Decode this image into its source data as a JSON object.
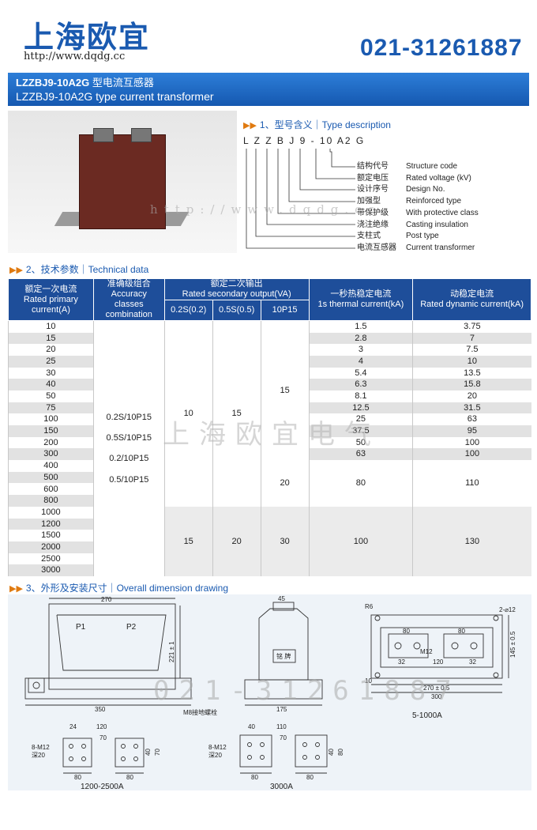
{
  "header": {
    "brand": "上海欧宜",
    "url": "http://www.dqdg.cc",
    "phone": "021-31261887"
  },
  "title": {
    "model_bold": "LZZBJ9-10A2G",
    "cn_suffix": " 型电流互感器",
    "en": "LZZBJ9-10A2G type current transformer"
  },
  "section1": {
    "heading": "1、型号含义｜Type description",
    "code_letters": "L Z Z B J 9 - 10  A2 G",
    "items": [
      {
        "zh": "结构代号",
        "en": "Structure code"
      },
      {
        "zh": "额定电压",
        "en": "Rated voltage (kV)"
      },
      {
        "zh": "设计序号",
        "en": "Design No."
      },
      {
        "zh": "加强型",
        "en": "Reinforced type"
      },
      {
        "zh": "带保护级",
        "en": "With protective class"
      },
      {
        "zh": "浇注绝缘",
        "en": "Casting insulation"
      },
      {
        "zh": "支柱式",
        "en": "Post type"
      },
      {
        "zh": "电流互感器",
        "en": "Current transformer"
      }
    ]
  },
  "section2": {
    "heading": "2、技术参数｜Technical data",
    "headers": {
      "primary": [
        "额定一次电流",
        "Rated primary",
        "current(A)"
      ],
      "accuracy": [
        "准确级组合",
        "Accuracy",
        "classes",
        "combination"
      ],
      "secondary": [
        "额定二次输出",
        "Rated secondary output(VA)"
      ],
      "sub": [
        "0.2S(0.2)",
        "0.5S(0.5)",
        "10P15"
      ],
      "thermal": [
        "一秒热稳定电流",
        "1s thermal current(kA)"
      ],
      "dynamic": [
        "动稳定电流",
        "Rated dynamic current(kA)"
      ]
    },
    "primary_currents": [
      "10",
      "15",
      "20",
      "25",
      "30",
      "40",
      "50",
      "75",
      "100",
      "150",
      "200",
      "300",
      "400",
      "500",
      "600",
      "800",
      "1000",
      "1200",
      "1500",
      "2000",
      "2500",
      "3000"
    ],
    "thermal": [
      "1.5",
      "2.8",
      "3",
      "4",
      "5.4",
      "6.3",
      "8.1",
      "12.5",
      "25",
      "37.5",
      "50",
      "63"
    ],
    "dynamic": [
      "3.75",
      "7",
      "7.5",
      "10",
      "13.5",
      "15.8",
      "20",
      "31.5",
      "63",
      "95",
      "100",
      "100"
    ],
    "accuracy_combos": [
      "0.2S/10P15",
      "0.5S/10P15",
      "0.2/10P15",
      "0.5/10P15"
    ],
    "output_group1": {
      "c02": "10",
      "c05": "15",
      "c10p": "15"
    },
    "output_group2": {
      "c10p": "20",
      "thermal": "80",
      "dynamic": "110"
    },
    "output_group3": {
      "c02": "15",
      "c05": "20",
      "c10p": "30",
      "thermal": "100",
      "dynamic": "130"
    }
  },
  "section3": {
    "heading": "3、外形及安装尺寸｜Overall dimension drawing",
    "front": {
      "w_top": "270",
      "p1": "P1",
      "p2": "P2",
      "h": "221 ± 1",
      "w_base": "350",
      "bolt": "M8接地螺栓"
    },
    "side": {
      "top": "45",
      "plate": "铭 牌",
      "w": "175"
    },
    "plan": {
      "r": "R6",
      "hole": "2-⌀12",
      "d1": "80",
      "d2": "80",
      "m": "M12",
      "d3": "32",
      "d4": "120",
      "d5": "32",
      "h": "145 ± 0.5",
      "w1": "270 ± 0.5",
      "w2": "300",
      "w3": "10",
      "caption": "5-1000A"
    },
    "term1": {
      "a": "24",
      "b": "120",
      "c": "70",
      "bolt": "8-M12",
      "depth": "深20",
      "d": "40",
      "e": "70",
      "f": "80",
      "g": "80",
      "caption": "1200-2500A"
    },
    "term2": {
      "a": "40",
      "b": "110",
      "c": "70",
      "bolt": "8-M12",
      "depth": "深20",
      "d": "40",
      "e": "80",
      "f": "80",
      "g": "80",
      "caption": "3000A"
    }
  },
  "watermarks": {
    "brand_cn": "上海欧宜电气",
    "phone": "021-31261887",
    "url": "http://www.dqdg.cc"
  },
  "colors": {
    "brand_blue": "#1a5ab0",
    "table_header": "#1e4e9a",
    "arrow": "#e07a10"
  }
}
